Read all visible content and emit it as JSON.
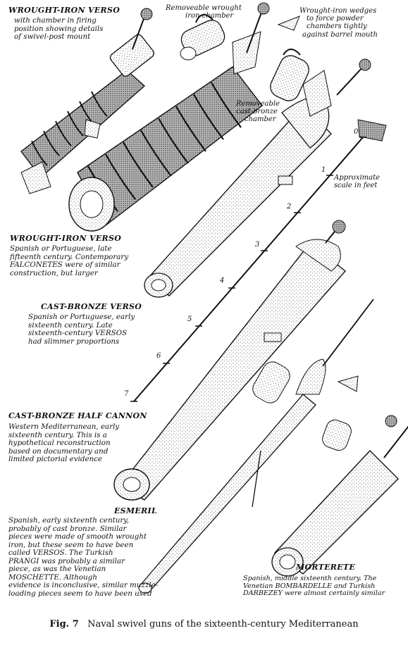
{
  "labels": {
    "wrought_top_title": "WROUGHT-IRON VERSO",
    "wrought_top_desc": [
      "with chamber in firing",
      "position showing details",
      "of swivel-post mount"
    ],
    "removable_wrought": [
      "Removeable wrought",
      "iron chamber"
    ],
    "wedges": [
      "Wrought-iron wedges",
      "to force powder",
      "chambers tightly",
      "against barrel mouth"
    ],
    "removable_bronze": [
      "Removeable",
      "cast-bronze",
      "chamber"
    ],
    "scale_label": [
      "Approximate",
      "scale in feet"
    ],
    "scale_ticks": [
      "0",
      "1",
      "2",
      "3",
      "4",
      "5",
      "6",
      "7"
    ],
    "wrought_title": "WROUGHT-IRON VERSO",
    "wrought_desc": [
      "Spanish or Portuguese, late",
      "fifteenth century. Contemporary",
      "FALCONETES were of similar",
      "construction, but larger"
    ],
    "bronze_verso_title": "CAST-BRONZE VERSO",
    "bronze_verso_desc": [
      "Spanish or Portuguese, early",
      "sixteenth century. Late",
      "sixteenth-century VERSOS",
      "had slimmer proportions"
    ],
    "half_cannon_title": "CAST-BRONZE HALF CANNON",
    "half_cannon_desc": [
      "Western Mediterranean, early",
      "sixteenth century. This is a",
      "hypothetical reconstruction",
      "based on documentary and",
      "limited pictorial evidence"
    ],
    "esmeril_title": "ESMERIL",
    "esmeril_desc": [
      "Spanish, early sixteenth century,",
      "probably of cast bronze. Similar",
      "pieces were made of smooth wrought",
      "iron, but these seem to have been",
      "called VERSOS. The Turkish",
      "PRANGI was probably a similar",
      "piece, as was the Venetian",
      "MOSCHETTE. Although",
      "evidence is inconclusive, similar muzzle-",
      "loading pieces seem to have been used"
    ],
    "morterete_title": "MORTERETE",
    "morterete_desc": [
      "Spanish, middle sixteenth century. The",
      "Venetian BOMBARDELLE and Turkish",
      "DARBEZEY were almost certainly similar"
    ]
  },
  "caption": {
    "fig": "Fig. 7",
    "text": "Naval swivel guns of the sixteenth-century Mediterranean"
  }
}
